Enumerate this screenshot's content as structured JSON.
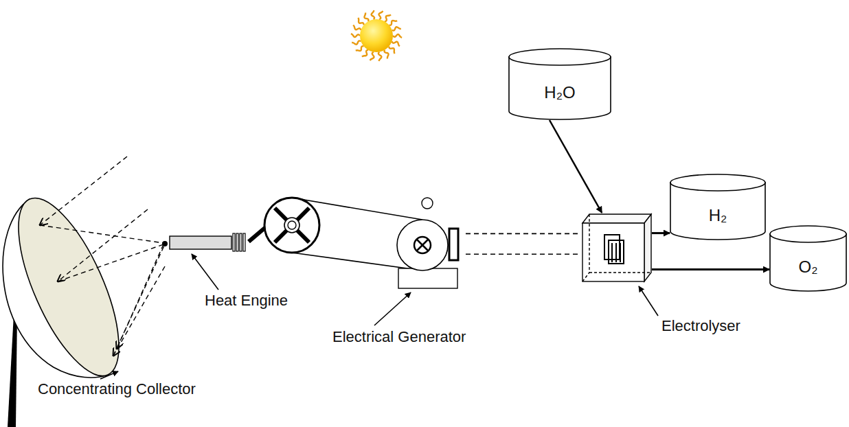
{
  "diagram": {
    "nodes": [
      {
        "text": [
          "Concentrating Collector"
        ]
      },
      {
        "text": [
          "Heat Engine"
        ]
      },
      {
        "text": [
          "Electrical Generator"
        ]
      },
      {
        "text": [
          "H₂O"
        ]
      },
      {
        "text": [
          "Electrolyser"
        ]
      },
      {
        "text": [
          "H₂"
        ]
      },
      {
        "text": [
          "O₂"
        ]
      }
    ],
    "edges": [
      {
        "from": 2,
        "to": 4,
        "arrow": "none"
      },
      {
        "from": 3,
        "to": 4,
        "arrow": "to"
      },
      {
        "from": 4,
        "to": 5,
        "arrow": "to"
      },
      {
        "from": 4,
        "to": 6,
        "arrow": "to"
      }
    ]
  }
}
